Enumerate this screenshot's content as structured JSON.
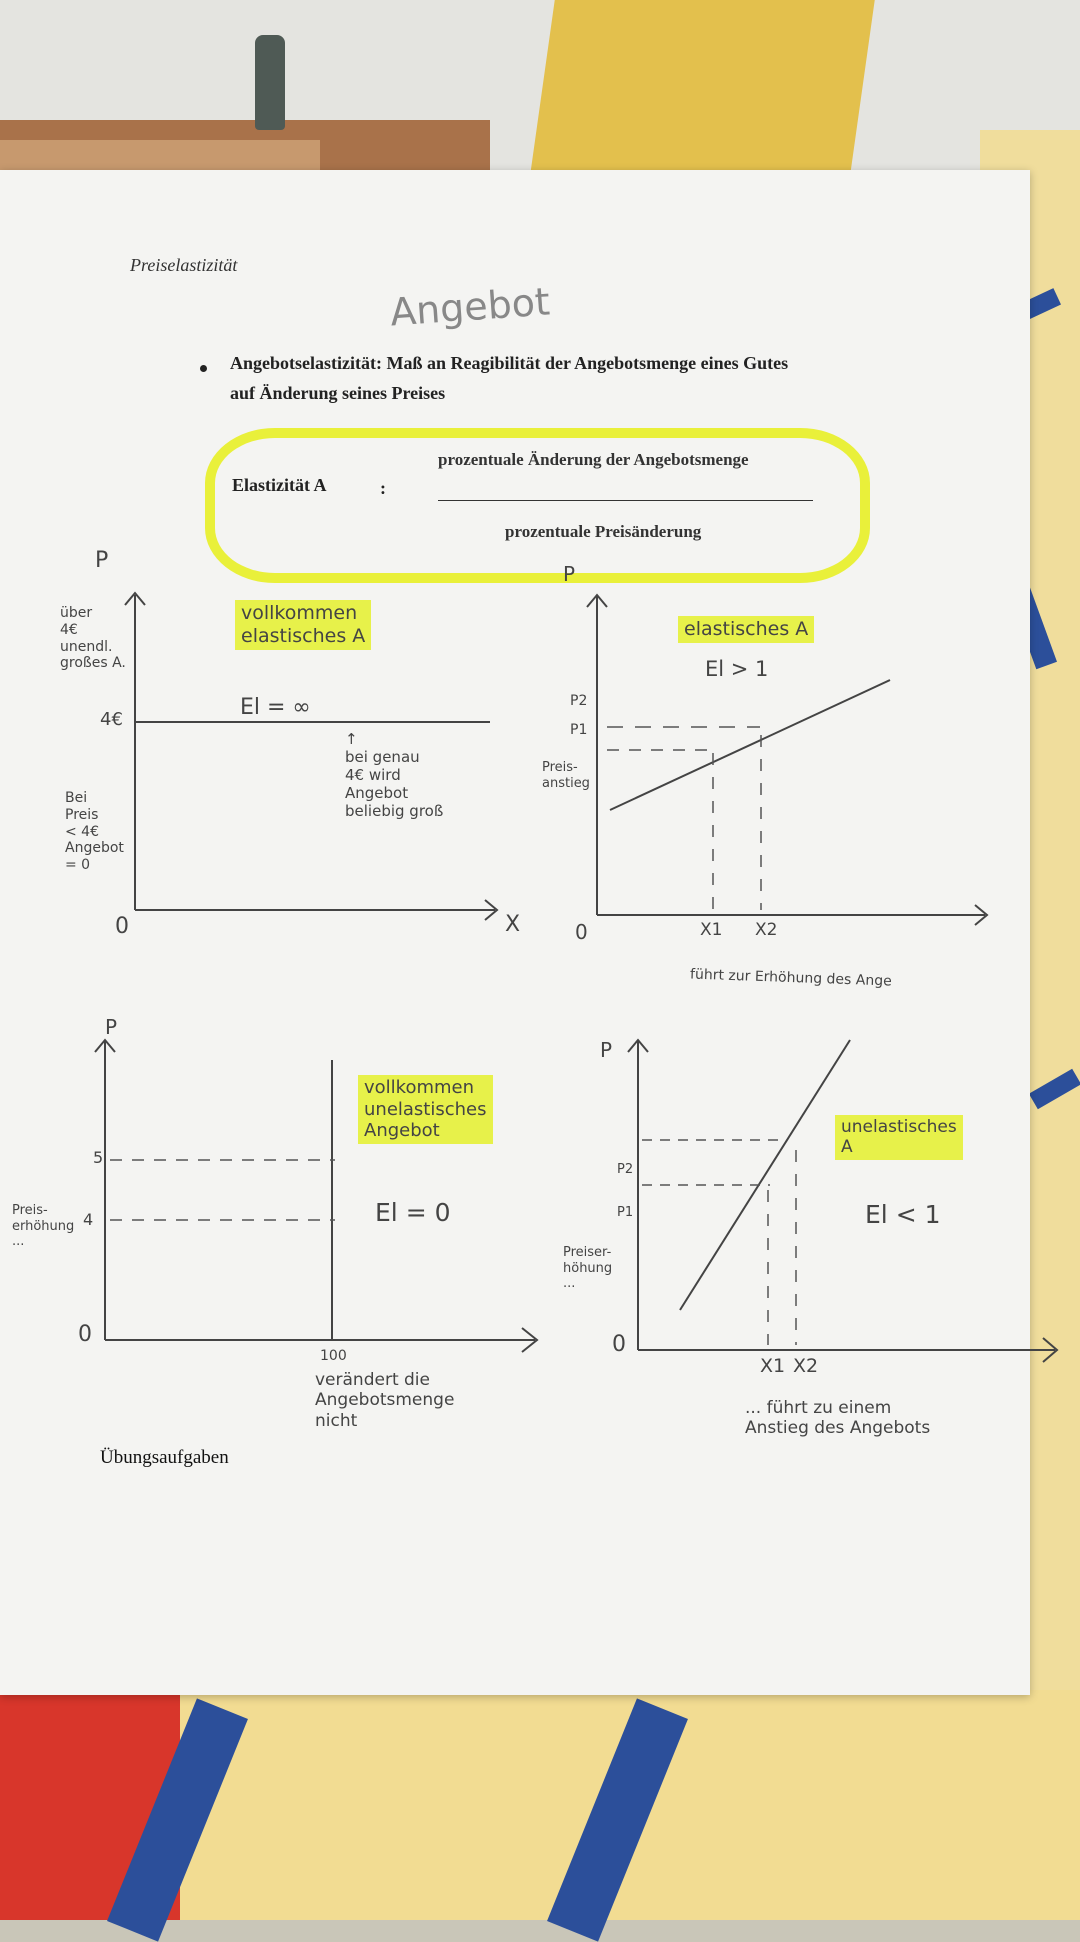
{
  "header": {
    "chapter": "Preiselastizität",
    "handwritten_title": "Angebot"
  },
  "definition": {
    "line1": "Angebotselastizität: Maß an Reagibilität der Angebotsmenge eines Gutes",
    "line2": "auf Änderung seines Preises"
  },
  "formula": {
    "name": "Elastizität A",
    "separator": ":",
    "numerator": "prozentuale Änderung der Angebotsmenge",
    "denominator": "prozentuale Preisänderung"
  },
  "graph1": {
    "p_axis": "P",
    "x_axis": "X",
    "origin": "0",
    "label": "vollkommen\nelastisches A",
    "el": "El = ∞",
    "price": "4€",
    "left_note_top": "über\n4€\nunendl.\ngroßes A.",
    "left_note_bottom": "Bei\nPreis\n< 4€\nAngebot\n= 0",
    "arrow_note": "↑\nbei genau\n4€ wird\nAngebot\nbeliebig groß"
  },
  "graph2": {
    "p_axis": "P",
    "origin": "0",
    "label": "elastisches A",
    "el": "El > 1",
    "p1": "P1",
    "p2": "P2",
    "x1": "X1",
    "x2": "X2",
    "left_note": "Preis-\nanstieg",
    "bottom_note": "führt zur Erhöhung des Ange"
  },
  "graph3": {
    "p_axis": "P",
    "origin": "0",
    "label": "vollkommen\nunelastisches\nAngebot",
    "el": "El = 0",
    "price_high": "5",
    "price_low": "4",
    "left_note": "Preis-\nerhöhung\n...",
    "x_value": "100",
    "bottom_note": "verändert die\nAngebotsmenge\nnicht"
  },
  "graph4": {
    "p_axis": "P",
    "origin": "0",
    "label": "unelastisches\nA",
    "el": "El < 1",
    "p1": "P1",
    "p2": "P2",
    "x1": "X1",
    "x2": "X2",
    "left_note": "Preiser-\nhöhung\n...",
    "bottom_note": "... führt zu einem\nAnstieg des Angebots"
  },
  "exercises": "Übungsaufgaben",
  "colors": {
    "highlight": "#e7f14a",
    "paper": "#f4f4f2",
    "ink": "#444444"
  }
}
